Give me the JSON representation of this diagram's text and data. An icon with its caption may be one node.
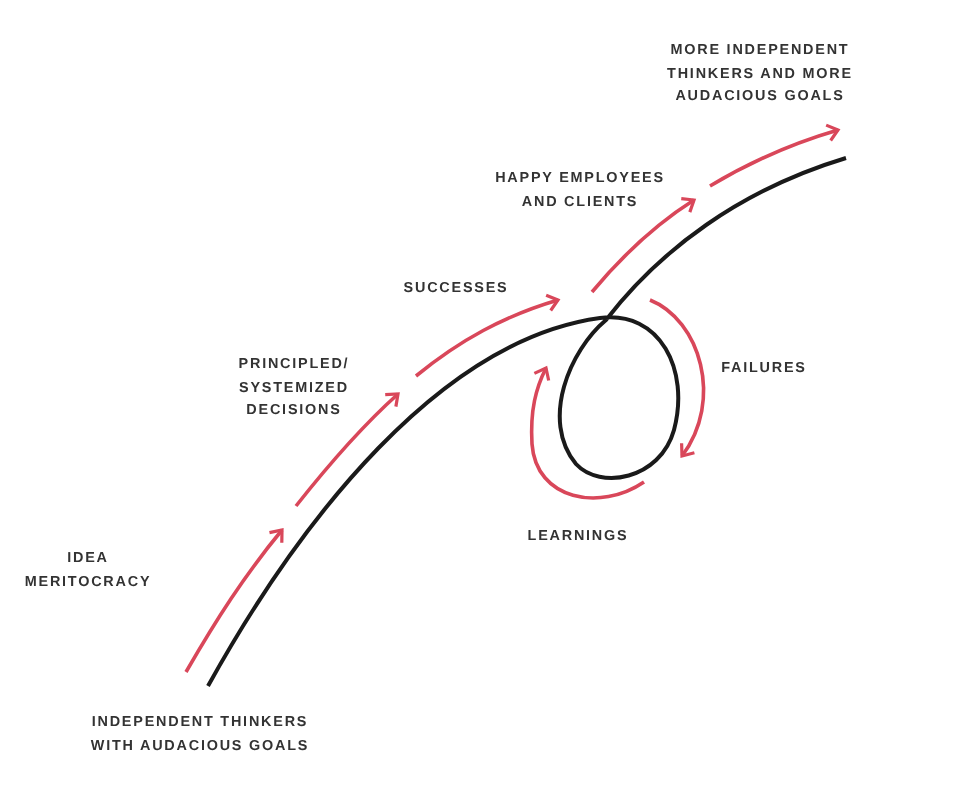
{
  "diagram": {
    "labels": [
      "MORE INDEPENDENT THINKERS AND MORE AUDACIOUS GOALS",
      "HAPPY EMPLOYEES AND CLIENTS",
      "SUCCESSES",
      "PRINCIPLED/ SYSTEMIZED DECISIONS",
      "FAILURES",
      "IDEA MERITOCRACY",
      "LEARNINGS",
      "INDEPENDENT THINKERS WITH AUDACIOUS GOALS"
    ]
  }
}
